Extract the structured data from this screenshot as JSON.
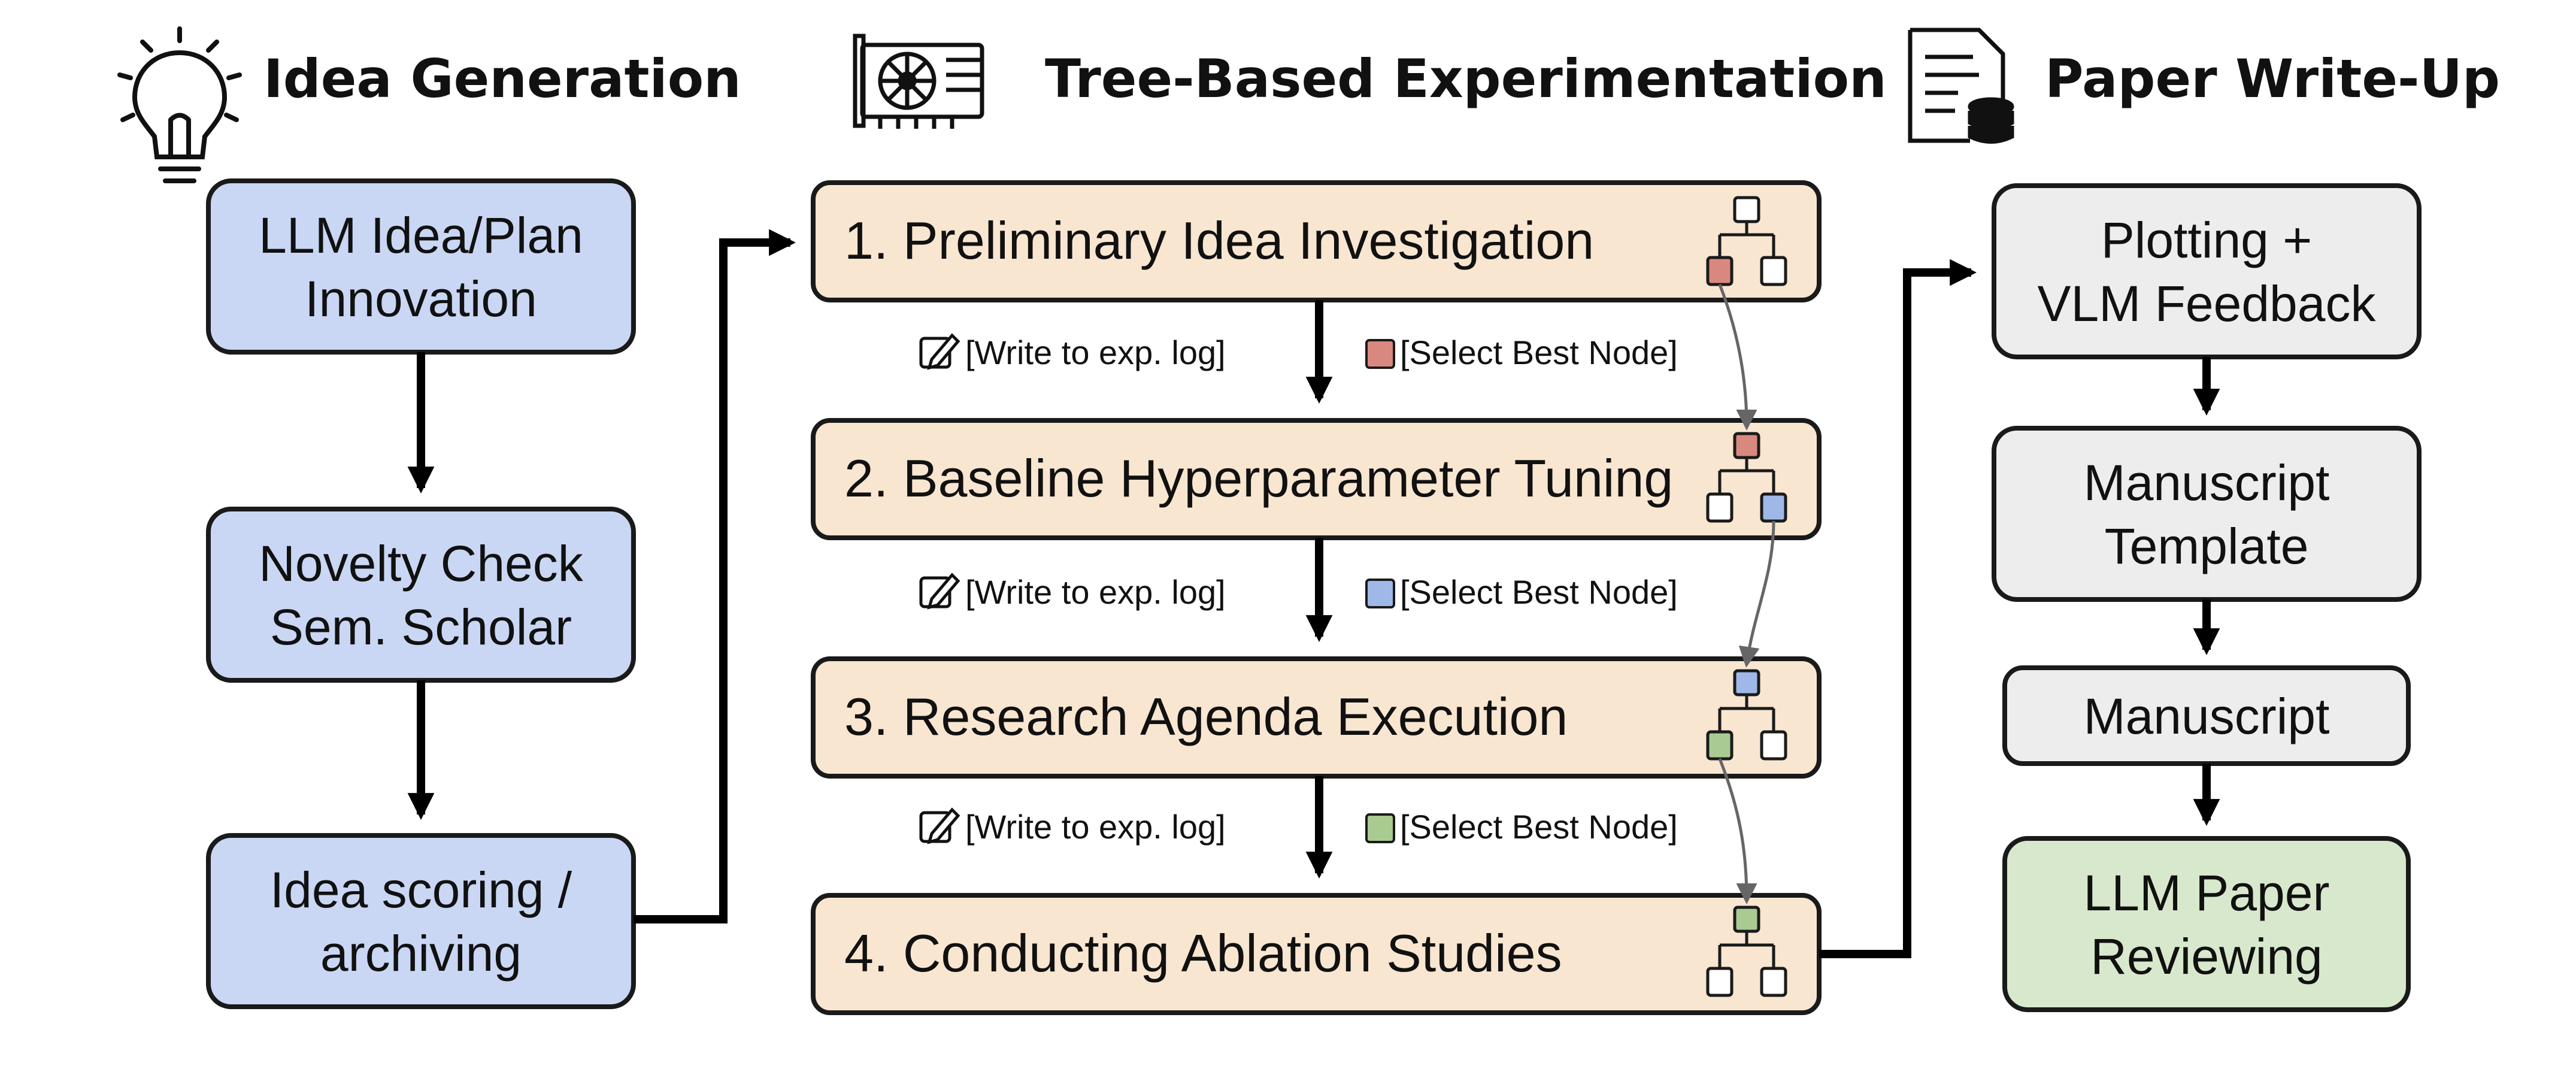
{
  "columns": {
    "idea": {
      "header": "Idea Generation",
      "icon": "lightbulb-icon",
      "boxes": [
        {
          "lines": [
            "LLM Idea/Plan",
            "Innovation"
          ]
        },
        {
          "lines": [
            "Novelty Check",
            "Sem. Scholar"
          ]
        },
        {
          "lines": [
            "Idea scoring /",
            "archiving"
          ]
        }
      ]
    },
    "tree": {
      "header": "Tree-Based Experimentation",
      "icon": "gpu-card-icon",
      "stages": [
        {
          "label": "1.  Preliminary Idea Investigation",
          "node_color": "#d98880"
        },
        {
          "label": "2.  Baseline Hyperparameter Tuning",
          "node_color": "#9fb8e8"
        },
        {
          "label": "3.  Research Agenda Execution",
          "node_color": "#a9cb92"
        },
        {
          "label": "4.  Conducting Ablation Studies",
          "node_color": "#a9cb92"
        }
      ],
      "notes": [
        {
          "log": "[Write to exp. log]",
          "select": "[Select Best Node]",
          "color": "#d98880"
        },
        {
          "log": "[Write to exp. log]",
          "select": "[Select Best Node]",
          "color": "#9fb8e8"
        },
        {
          "log": "[Write to exp. log]",
          "select": "[Select Best Node]",
          "color": "#a9cb92"
        }
      ]
    },
    "paper": {
      "header": "Paper Write-Up",
      "icon": "document-database-icon",
      "boxes": [
        {
          "lines": [
            "Plotting +",
            "VLM Feedback"
          ]
        },
        {
          "lines": [
            "Manuscript",
            "Template"
          ]
        },
        {
          "lines": [
            "Manuscript"
          ]
        },
        {
          "lines": [
            "LLM Paper",
            "Reviewing"
          ]
        }
      ]
    }
  },
  "colors": {
    "idea_fill": "#c9d7f4",
    "tree_fill": "#f8e6d1",
    "paper_fill": "#ededed",
    "review_fill": "#d8e8cc",
    "stroke": "#1a1a1a"
  }
}
